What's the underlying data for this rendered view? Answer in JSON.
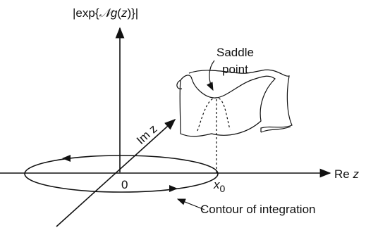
{
  "diagram": {
    "vertical_axis_label": {
      "prefix": "|exp{",
      "calN": "𝒩",
      "g": "g",
      "paren_open": "(",
      "z": "z",
      "suffix": ")}|"
    },
    "im_axis_label": {
      "im": "Im",
      "z": "z"
    },
    "re_axis_label": {
      "re": "Re",
      "z": "z"
    },
    "origin_label": "0",
    "x0_label": {
      "x": "x",
      "sub": "0"
    },
    "saddle_label": {
      "line1": "Saddle",
      "line2": "point"
    },
    "contour_label": "Contour of integration"
  }
}
